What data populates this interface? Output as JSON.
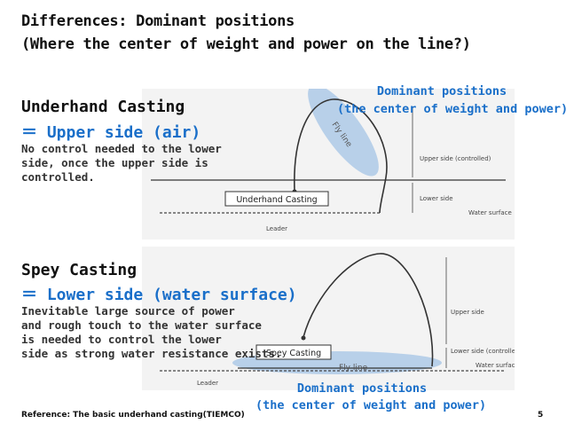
{
  "title": {
    "line1": "Differences: Dominant positions",
    "line2": "(Where the center of weight and power on the line?)"
  },
  "underhand": {
    "heading": "Underhand Casting",
    "equals": "＝",
    "side": "Upper side (air)",
    "description": "No control needed to the lower\nside, once the upper side is\ncontrolled.",
    "dominant_title": "Dominant positions",
    "dominant_sub": "(the center of weight and power)",
    "diagram": {
      "box_label": "Underhand Casting",
      "fly_line": "Fly line",
      "upper_side": "Upper side (controlled)",
      "lower_side": "Lower side",
      "water_surface": "Water surface",
      "leader": "Leader"
    }
  },
  "spey": {
    "heading": "Spey Casting",
    "equals": "＝",
    "side": "Lower side (water surface)",
    "description": "Inevitable large source of power\nand rough touch to the water surface\nis needed to control the lower\nside as strong water resistance exists.",
    "dominant_title": "Dominant positions",
    "dominant_sub": "(the center of weight and power)",
    "diagram": {
      "box_label": "Spey Casting",
      "fly_line": "Fly line",
      "upper_side": "Upper side",
      "lower_side": "Lower side (controlled)",
      "water_surface": "Water surface",
      "leader": "Leader"
    }
  },
  "reference": "Reference: The basic underhand casting(TIEMCO)",
  "page_number": "5",
  "colors": {
    "accent": "#1a6fc9",
    "highlight": "#a9c7e6"
  }
}
